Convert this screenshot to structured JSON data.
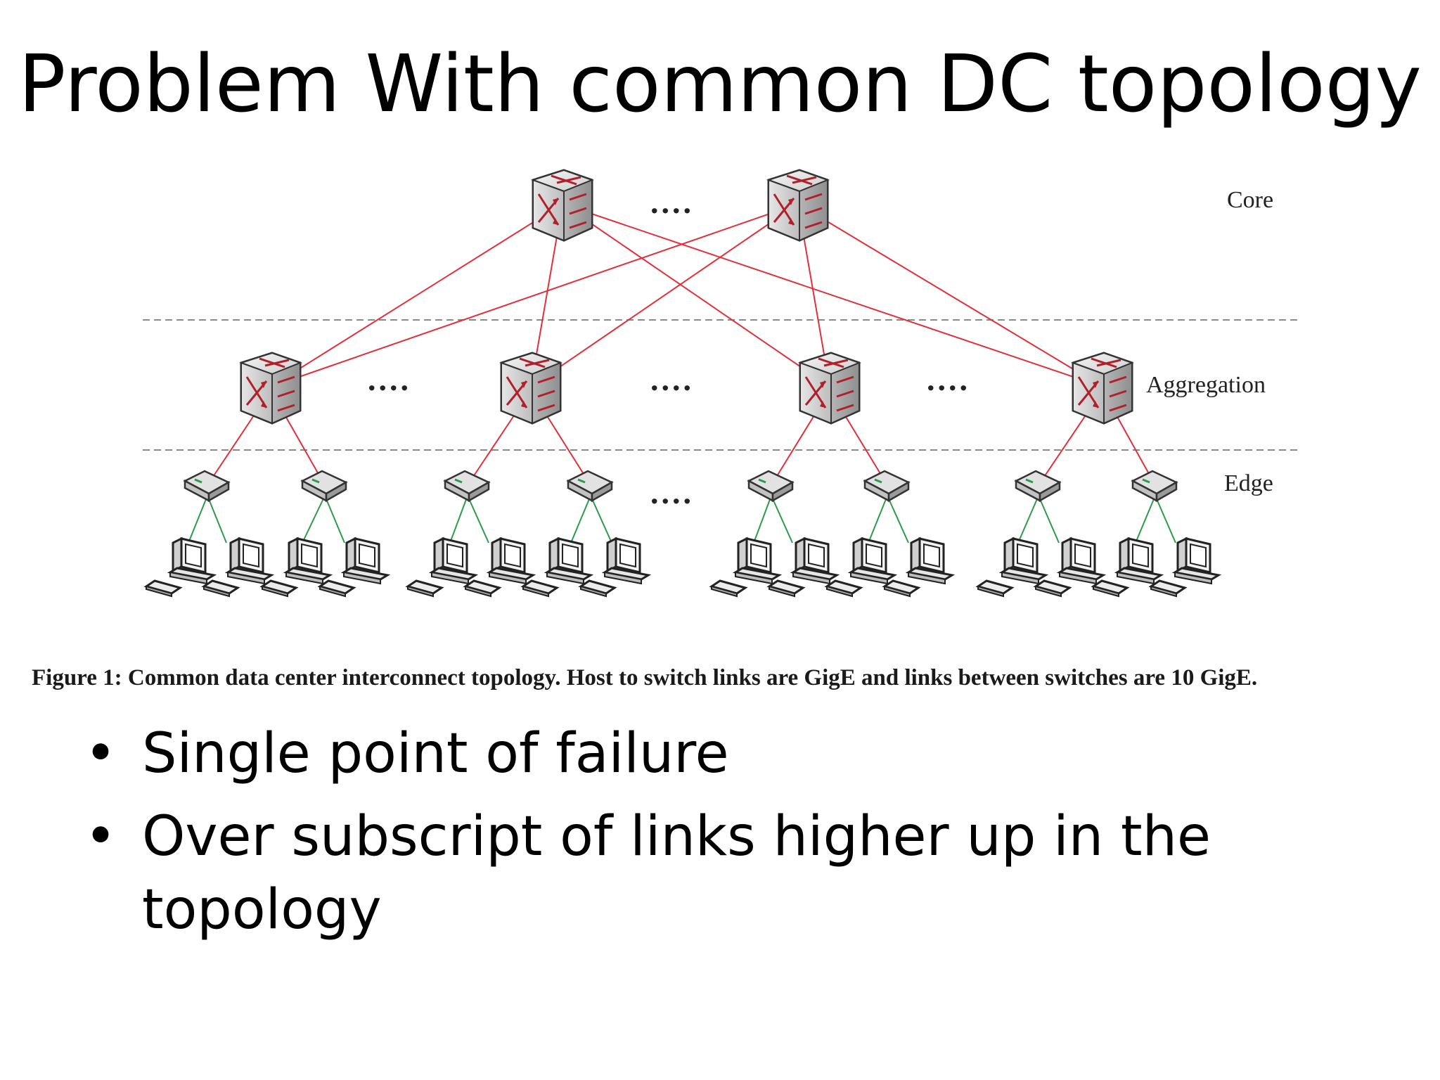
{
  "slide": {
    "title": "Problem With common DC topology",
    "figure": {
      "layers": {
        "core": "Core",
        "aggregation": "Aggregation",
        "edge": "Edge"
      },
      "ellipsis": "....",
      "caption": "Figure 1: Common data center interconnect topology. Host to switch links are GigE and links between switches are 10 GigE."
    },
    "bullets": [
      "Single point of failure",
      "Over subscript of links higher up in the topology"
    ],
    "bullet_glyph": "•",
    "colors": {
      "switch_links": "#e0303a",
      "host_links": "#2e9b4a",
      "layer_divider": "#8a8a8a"
    }
  }
}
